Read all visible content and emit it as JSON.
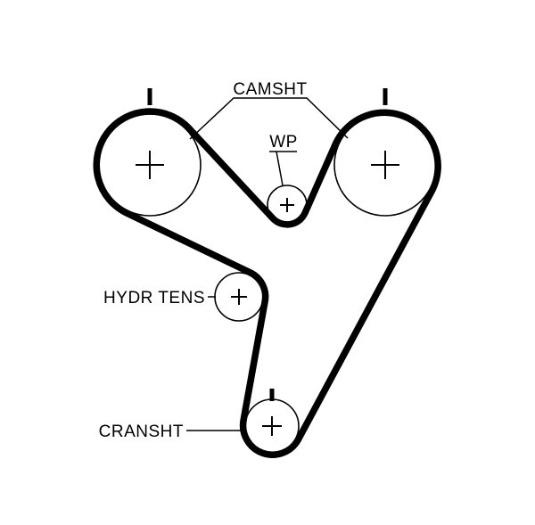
{
  "colors": {
    "line": "#000000",
    "background": "#ffffff"
  },
  "labels": {
    "camshaft": "CAMSHT",
    "water_pump": "WP",
    "hydraulic_tensioner": "HYDR TENS",
    "crankshaft": "CRANSHT"
  }
}
